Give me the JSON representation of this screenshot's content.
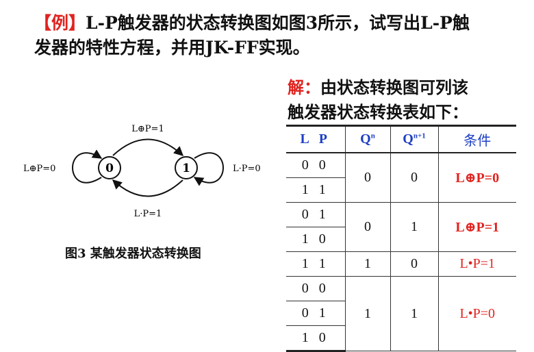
{
  "problem": {
    "tag": "【例】",
    "text_line1": "L-P触发器的状态转换图如图3所示，试写出L-P触",
    "text_line2": "发器的特性方程，并用JK-FF实现。"
  },
  "diagram": {
    "top_label": "L⊕P=1",
    "left_label": "L⊕P=0",
    "right_label": "L·P=0",
    "bottom_label": "L·P=1",
    "state0": "0",
    "state1": "1",
    "caption": "图3  某触发器状态转换图"
  },
  "solution": {
    "prefix": "解：",
    "text_line1": "由状态转换图可列该",
    "text_line2": "触发器状态转换表如下："
  },
  "table": {
    "headers": {
      "lp": "L  P",
      "q": "Q",
      "q_sup": "n",
      "qn1": "Q",
      "qn1_sup": "n+1",
      "cond": "条件"
    },
    "lp": [
      "0 0",
      "1 1",
      "0 1",
      "1 0",
      "1 1",
      "0 0",
      "0 1",
      "1 0"
    ],
    "groups": [
      {
        "q": "0",
        "qn1": "0",
        "cond": "L⊕P=0"
      },
      {
        "q": "0",
        "qn1": "1",
        "cond": "L⊕P=1"
      },
      {
        "q": "1",
        "qn1": "0",
        "cond": "L•P=1"
      },
      {
        "q": "1",
        "qn1": "1",
        "cond": "L•P=0"
      }
    ]
  }
}
